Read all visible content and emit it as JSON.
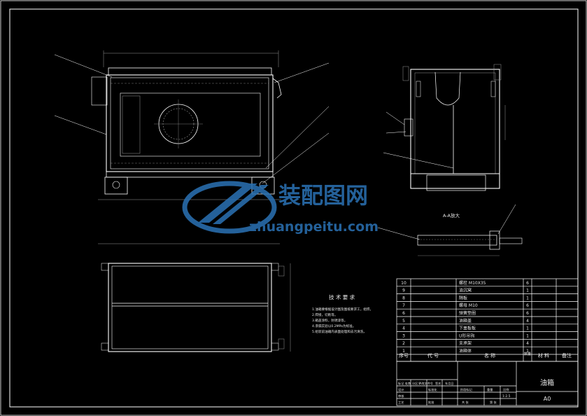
{
  "drawing_title": "油箱",
  "sheet_size": "A0",
  "scale": "1:2.5",
  "section_label": "A-A放大",
  "tech_req": {
    "title": "技 术 要 求",
    "items": [
      "1.油箱要根据设计图及图纸要求工，组焊。",
      "2.焊接，切削等。",
      "3.箱盖涂料，防锈漆等。",
      "4.渗漏实验以0.2MPa为标准。",
      "5.组装前油箱内表面处理和去污清洗，"
    ]
  },
  "bom_headers": {
    "no": "序号",
    "code": "代   号",
    "name": "名   称",
    "qty": "数量",
    "material": "材 料",
    "note": "备注"
  },
  "bom_rows": [
    {
      "no": "10",
      "name": "螺栓 M10X35",
      "qty": "6"
    },
    {
      "no": "9",
      "name": "油沉窝",
      "qty": "1"
    },
    {
      "no": "8",
      "name": "隔板",
      "qty": "1"
    },
    {
      "no": "7",
      "name": "螺母 M10",
      "qty": "6"
    },
    {
      "no": "6",
      "name": "弹簧垫圈",
      "qty": "6"
    },
    {
      "no": "5",
      "name": "油箱盖",
      "qty": "4"
    },
    {
      "no": "4",
      "name": "下盖板板",
      "qty": "1"
    },
    {
      "no": "3",
      "name": "U形吊钩",
      "qty": "1"
    },
    {
      "no": "2",
      "name": "支承架",
      "qty": "4"
    },
    {
      "no": "1",
      "name": "油箱体",
      "qty": "1"
    }
  ],
  "title_block": {
    "row1": [
      "标记",
      "处数",
      "分区",
      "更改文件号",
      "签名",
      "年月日"
    ],
    "row2": [
      "设计",
      "",
      "标准化",
      "",
      "阶段标记",
      "重量",
      "比例"
    ],
    "row3": [
      "审核",
      ""
    ],
    "row4": [
      "工艺",
      "",
      "批准",
      "",
      "共 张",
      "第 张"
    ]
  },
  "watermark": {
    "brand": "装配图网",
    "url": "zhuangpeitu.com"
  },
  "colors": {
    "background": "#000000",
    "lines": "#ffffff",
    "watermark": "#2a6fb0"
  }
}
